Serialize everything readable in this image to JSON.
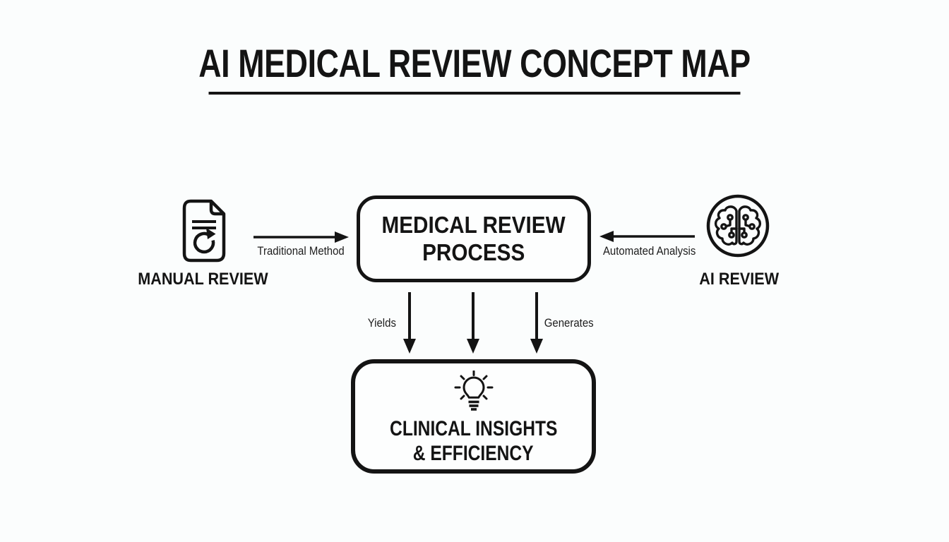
{
  "title": {
    "text": "AI MEDICAL REVIEW CONCEPT MAP"
  },
  "nodes": {
    "manual_review": {
      "label": "MANUAL REVIEW",
      "icon": "document-refresh-icon"
    },
    "medical_review_process": {
      "line1": "MEDICAL REVIEW",
      "line2": "PROCESS"
    },
    "ai_review": {
      "label": "AI REVIEW",
      "icon": "ai-brain-icon"
    },
    "clinical_insights": {
      "icon": "lightbulb-icon",
      "line1": "CLINICAL INSIGHTS",
      "line2": "& EFFICIENCY"
    }
  },
  "edges": {
    "traditional_method": {
      "label": "Traditional Method"
    },
    "automated_analysis": {
      "label": "Automated Analysis"
    },
    "yields": {
      "label": "Yields"
    },
    "generates": {
      "label": "Generates"
    }
  },
  "colors": {
    "background": "#fbfdfd",
    "ink": "#141414",
    "node_fill": "#fdfefe"
  }
}
